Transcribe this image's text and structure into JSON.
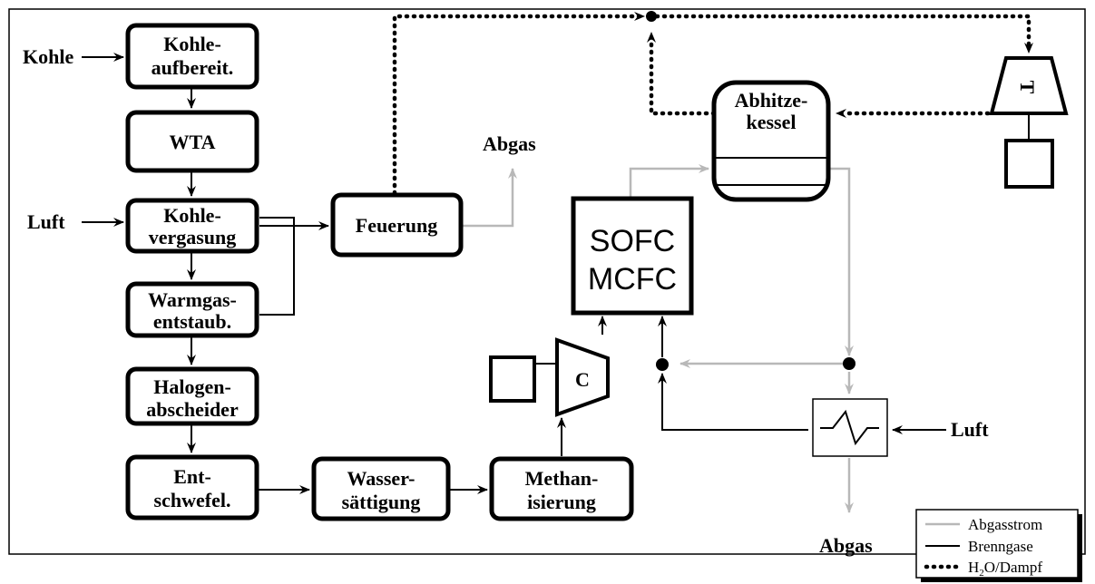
{
  "blocks": {
    "kohleaufbereitung": [
      "Kohle-",
      "aufbereit."
    ],
    "wta": [
      "WTA"
    ],
    "kohlevergasung": [
      "Kohle-",
      "vergasung"
    ],
    "warmgasentstaubung": [
      "Warmgas-",
      "entstaub."
    ],
    "halogenabscheider": [
      "Halogen-",
      "abscheider"
    ],
    "entschwefelung": [
      "Ent-",
      "schwefel."
    ],
    "wassersaettigung": [
      "Wasser-",
      "sättigung"
    ],
    "methanisierung": [
      "Methan-",
      "isierung"
    ],
    "feuerung": [
      "Feuerung"
    ],
    "fuel_cell": [
      "SOFC",
      "MCFC"
    ],
    "abhitzekessel": [
      "Abhitze-",
      "kessel"
    ],
    "compressor": "C",
    "turbine": "T"
  },
  "streams": {
    "kohle_in": "Kohle",
    "luft_in_left": "Luft",
    "luft_in_right": "Luft",
    "abgas_top": "Abgas",
    "abgas_bottom": "Abgas"
  },
  "legend": {
    "items": [
      {
        "label": "Abgasstrom",
        "color": "#b8b8b8",
        "style": "solid-gray"
      },
      {
        "label": "Brenngase",
        "color": "#000000",
        "style": "solid-black"
      },
      {
        "label_main": "H",
        "label_sub": "2",
        "label_rest": "O/Dampf",
        "color": "#000000",
        "style": "dotted-black"
      }
    ]
  }
}
